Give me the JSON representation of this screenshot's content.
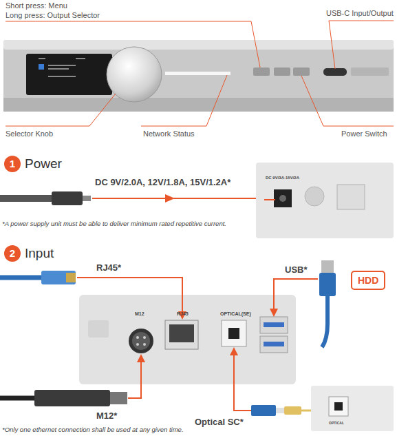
{
  "diagram": {
    "nodes": [
      {
        "text": [
          "1",
          "Power"
        ]
      },
      {
        "text": [
          "2",
          "Input"
        ]
      },
      {
        "text": [
          "HDD"
        ]
      }
    ],
    "labels": [
      "Short press: Menu",
      "Long press: Output Selector",
      "USB-C Input/Output",
      "Selector Knob",
      "Network Status",
      "Power Switch",
      "DC 9V/2.0A, 12V/1.8A, 15V/1.2A*",
      "DC 9V/3A-15V/2A",
      "*A power supply unit must be able to deliver minimum rated repetitive current.",
      "RJ45*",
      "USB*",
      "M12",
      "RJ45",
      "OPTICAL(SE)",
      "M12*",
      "Optical SC*",
      "OPTICAL",
      "*Only one ethernet connection shall be used at any given time."
    ]
  }
}
